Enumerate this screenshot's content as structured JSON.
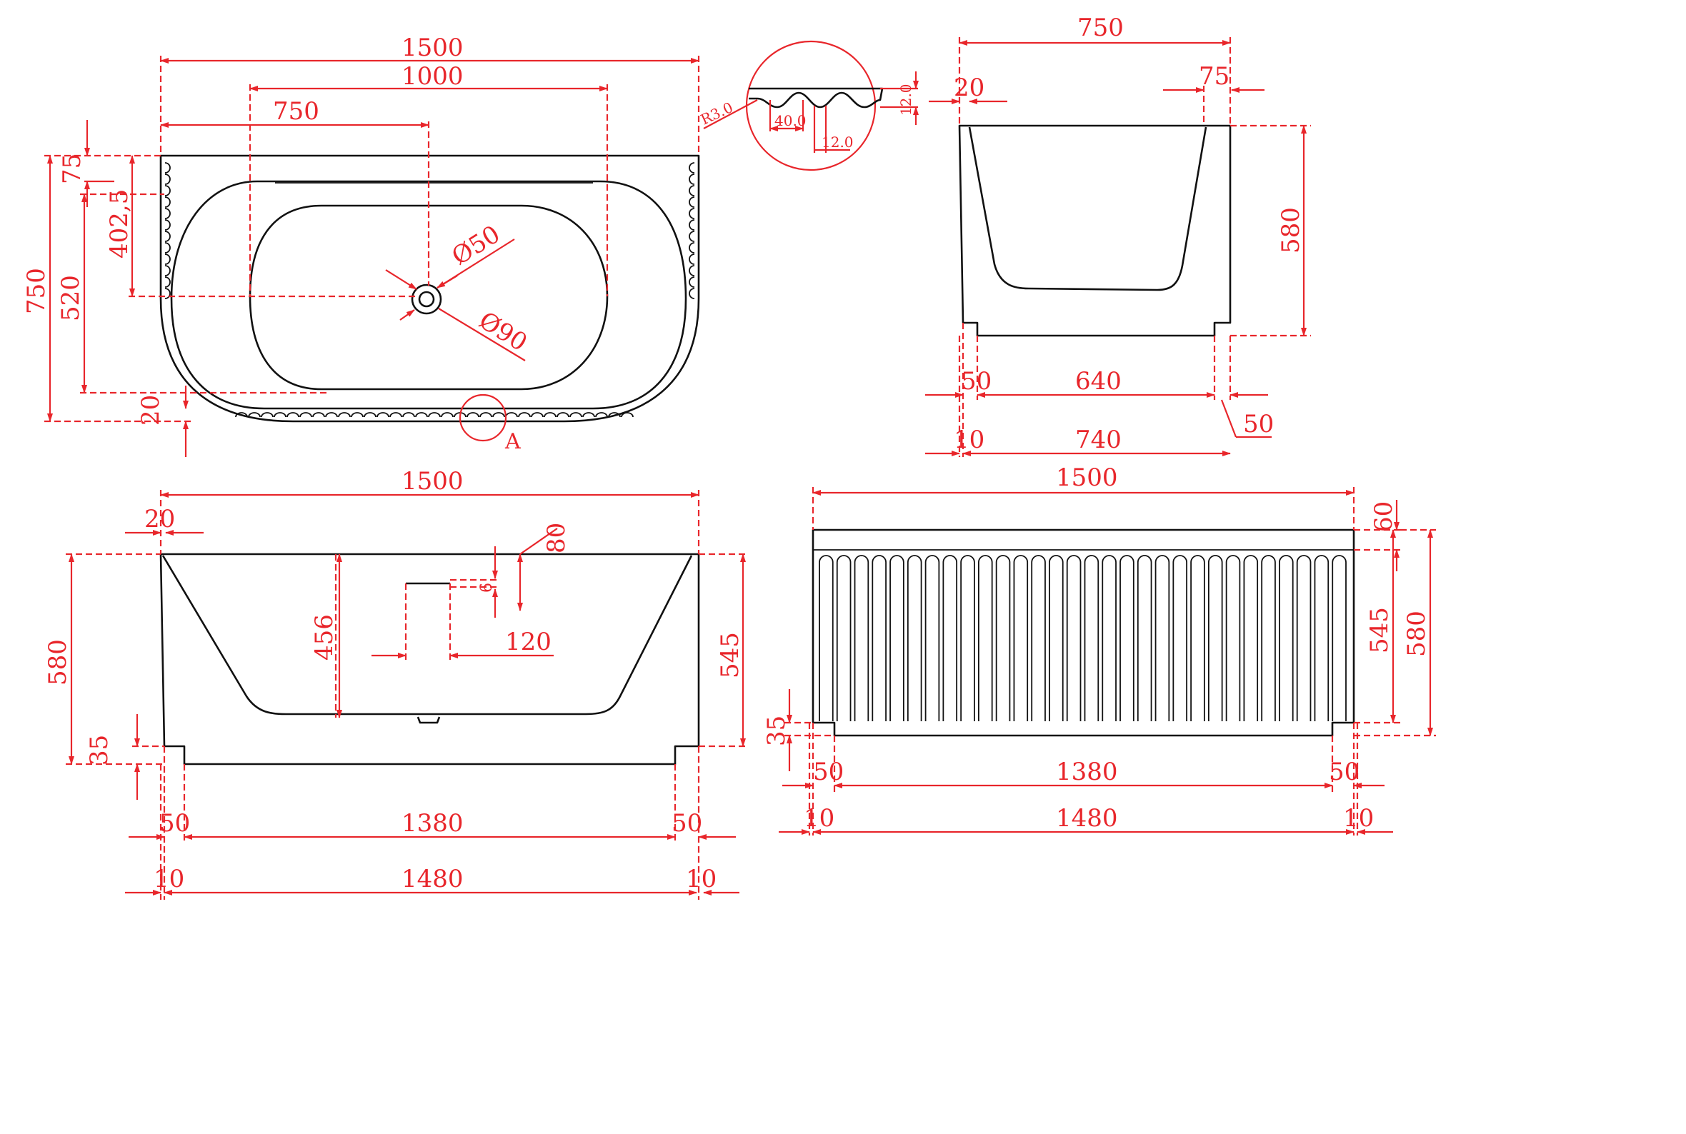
{
  "colors": {
    "dimension": "#e8262b",
    "outline": "#111111",
    "background": "#ffffff"
  },
  "top_view": {
    "w_1500": "1500",
    "w_1000": "1000",
    "w_750": "750",
    "h_75": "75",
    "h_402_5": "402,5",
    "h_750": "750",
    "h_520": "520",
    "h_20": "20",
    "drain_50": "Ø50",
    "drain_90": "Ø90",
    "detail_ref": "A"
  },
  "detail_a": {
    "radius": "R3.0",
    "pitch": "40.0",
    "width": "12.0",
    "depth": "12.0"
  },
  "side_view": {
    "w_750": "750",
    "t_20": "20",
    "t_75": "75",
    "h_580": "580",
    "b_50": "50",
    "b_640": "640",
    "b_50r": "50",
    "b_10": "10",
    "b_740": "740"
  },
  "front_view": {
    "w_1500": "1500",
    "t_20": "20",
    "o_80": "80",
    "o_6": "6",
    "o_456": "456",
    "o_120": "120",
    "h_580": "580",
    "h_545": "545",
    "h_35": "35",
    "b_50l": "50",
    "b_1380": "1380",
    "b_50r": "50",
    "b_10l": "10",
    "b_1480": "1480",
    "b_10r": "10"
  },
  "ribbed_view": {
    "w_1500": "1500",
    "t_60": "60",
    "h_545": "545",
    "h_580": "580",
    "h_35": "35",
    "b_50l": "50",
    "b_1380": "1380",
    "b_50r": "50",
    "b_10l": "10",
    "b_1480": "1480",
    "b_10r": "10"
  }
}
